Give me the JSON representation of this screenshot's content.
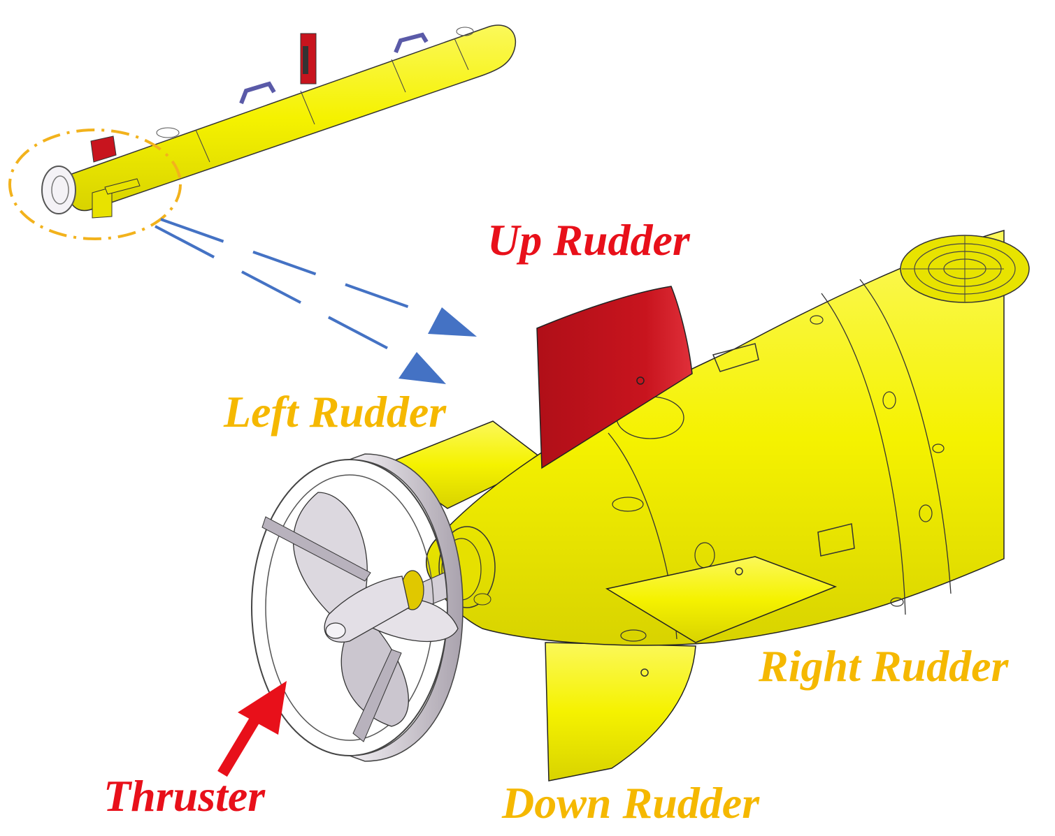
{
  "labels": {
    "up_rudder": "Up Rudder",
    "left_rudder": "Left Rudder",
    "right_rudder": "Right Rudder",
    "down_rudder": "Down Rudder",
    "thruster": "Thruster"
  },
  "colors": {
    "body_yellow": "#f5f200",
    "rudder_red": "#c8141e",
    "label_red": "#e8101a",
    "label_orange": "#f5b800",
    "callout_orange": "#f2b21c",
    "leader_blue": "#4472c4",
    "shroud_gray": "#c9c3cc",
    "outline": "#222222"
  },
  "icons": {
    "callout": "dash-dot-ellipse",
    "leader": "dashed-arrow",
    "pointer": "red-arrow"
  }
}
